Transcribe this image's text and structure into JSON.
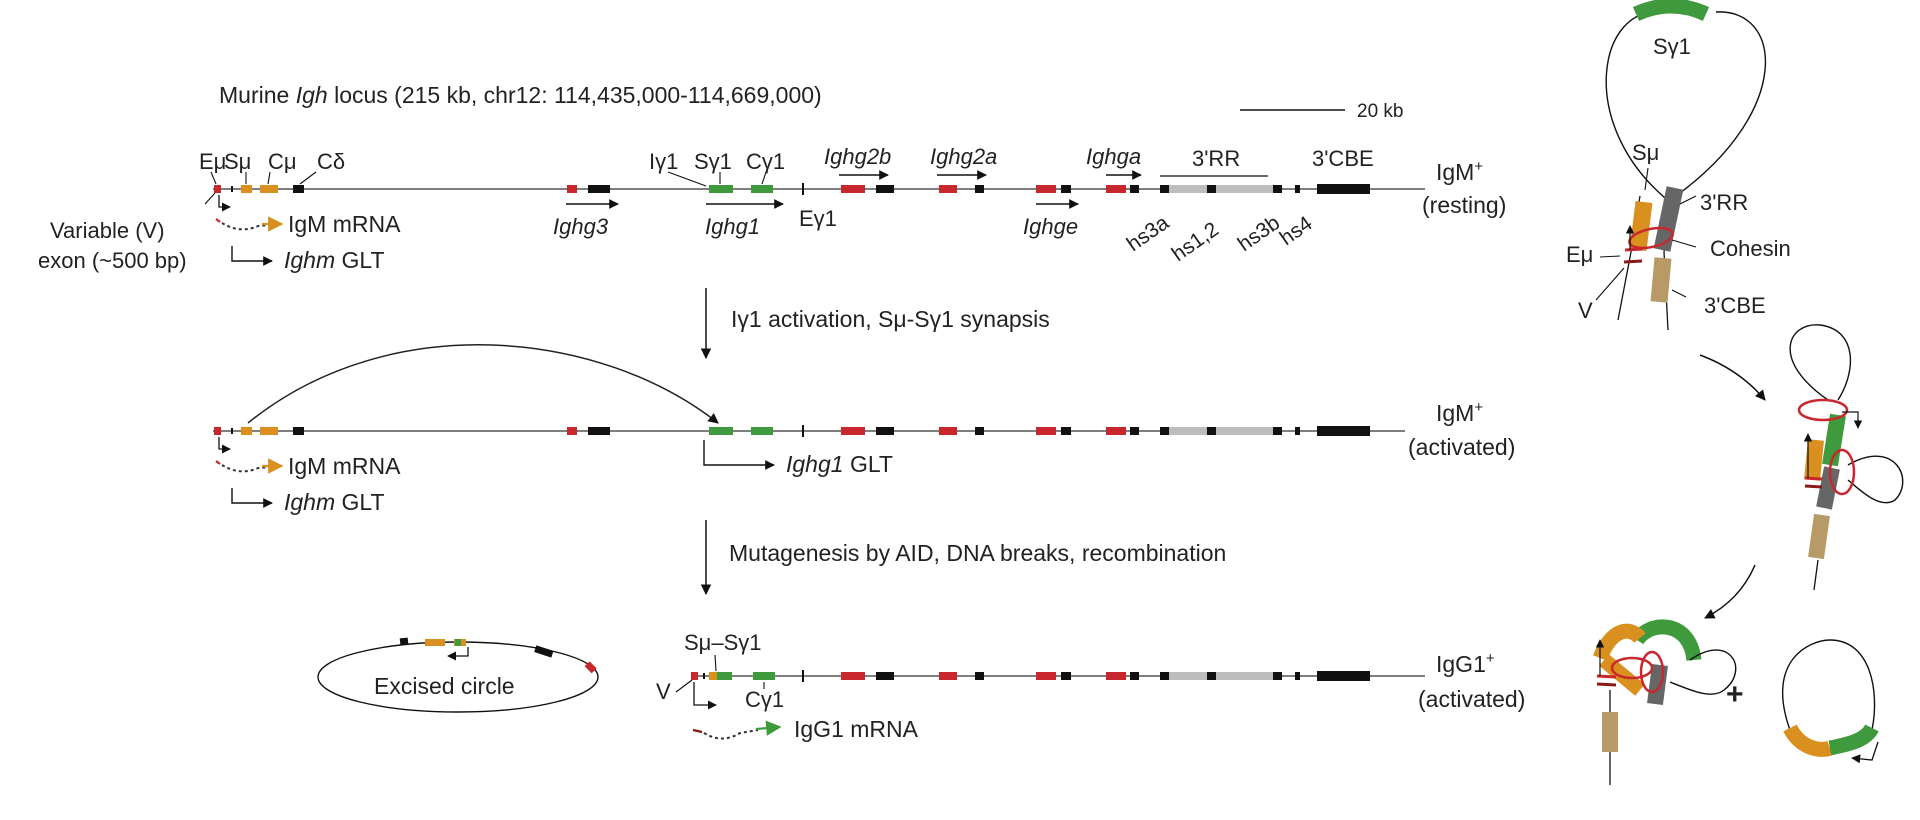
{
  "title": {
    "prefix": "Murine ",
    "gene": "Igh",
    "suffix": " locus (215 kb, chr12: 114,435,000-114,669,000)"
  },
  "scale_bar_label": "20 kb",
  "colors": {
    "red": "#c8282d",
    "orange": "#d9901f",
    "green": "#3e9a3c",
    "black": "#111111",
    "gray": "#bdbdbd",
    "darkgray": "#666666",
    "tan": "#b89a66",
    "darkred": "#8a1a1a"
  },
  "row1": {
    "top_labels": {
      "emu": "Eμ",
      "smu": "Sμ",
      "cmu": "Cμ",
      "cdelta": "Cδ",
      "ig1": "Iγ1",
      "sg1": "Sγ1",
      "cg1": "Cγ1",
      "ighg2b": "Ighg2b",
      "ighg2a": "Ighg2a",
      "ighga": "Ighga",
      "rr3": "3'RR",
      "cbe3": "3'CBE"
    },
    "bottom_labels": {
      "ighg3": "Ighg3",
      "ighg1": "Ighg1",
      "eg1": "Eγ1",
      "ighge": "Ighge",
      "hs3a": "hs3a",
      "hs12": "hs1,2",
      "hs3b": "hs3b",
      "hs4": "hs4"
    },
    "v_exon_line1": "Variable (V)",
    "v_exon_line2": "exon (~500 bp)",
    "igm_mrna": "IgM mRNA",
    "glt_gene": "Ighm",
    "glt_word": " GLT",
    "state_name": "IgM",
    "state_sup": "+",
    "state_desc": "(resting)"
  },
  "step1_label": "Iγ1 activation, Sμ-Sγ1 synapsis",
  "row2": {
    "igm_mrna": "IgM mRNA",
    "glt_gene": "Ighm",
    "glt_word": " GLT",
    "g1_glt_gene": "Ighg1",
    "g1_glt_word": " GLT",
    "state_name": "IgM",
    "state_sup": "+",
    "state_desc": "(activated)"
  },
  "step2_label": "Mutagenesis by AID, DNA breaks, recombination",
  "row3": {
    "excised": "Excised circle",
    "junction": "Sμ–Sγ1",
    "v": "V",
    "cg1": "Cγ1",
    "igg1_mrna": "IgG1 mRNA",
    "state_name": "IgG1",
    "state_sup": "+",
    "state_desc": "(activated)"
  },
  "loop_diagram": {
    "sg1": "Sγ1",
    "smu": "Sμ",
    "rr3": "3'RR",
    "cohesin": "Cohesin",
    "emu": "Eμ",
    "v": "V",
    "cbe3": "3'CBE",
    "plus": "+"
  }
}
